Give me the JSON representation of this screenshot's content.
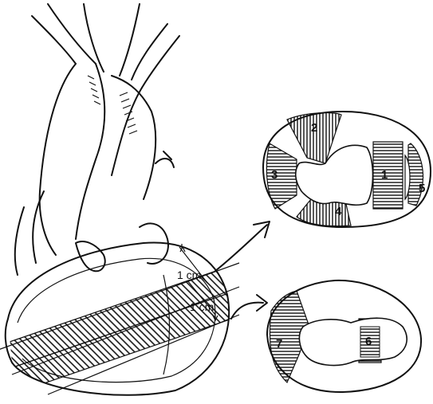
{
  "labels": {
    "upper_slice_thickness": "1 cm",
    "lower_slice_thickness": "1 cm"
  },
  "upper_section": {
    "segments": [
      "1",
      "2",
      "3",
      "4",
      "5"
    ]
  },
  "lower_section": {
    "segments": [
      "6",
      "7"
    ]
  },
  "colors": {
    "ink": "#111111",
    "background": "#ffffff"
  }
}
